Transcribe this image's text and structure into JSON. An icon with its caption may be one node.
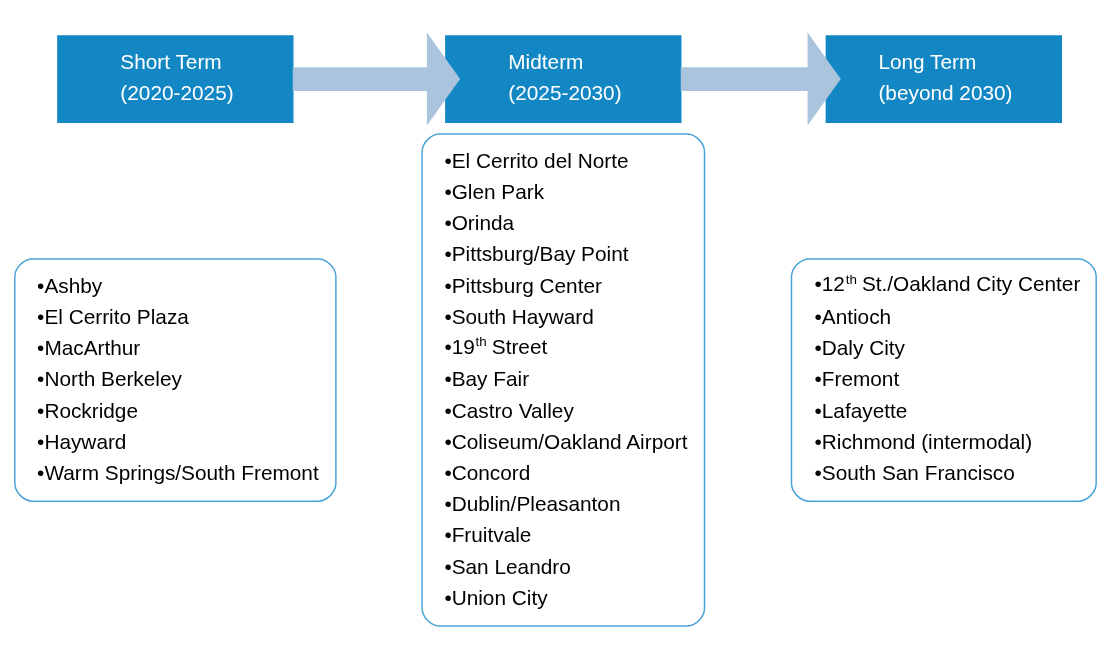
{
  "diagram": {
    "nodes": [
      {
        "text": [
          "Short Term",
          "(2020-2025)"
        ]
      },
      {
        "text": [
          "•Ashby",
          "•El Cerrito Plaza",
          "•MacArthur",
          "•North Berkeley",
          "•Rockridge",
          "•Hayward",
          "•Warm Springs/South Fremont"
        ]
      },
      {
        "text": [
          "Midterm",
          "(2025-2030)"
        ]
      },
      {
        "text": [
          "•El Cerrito del Norte",
          "•Glen Park",
          "•Orinda",
          "•Pittsburg/Bay Point",
          "•Pittsburg Center",
          "•South Hayward",
          "•19$^{th}$ Street",
          "•Bay Fair",
          "•Castro Valley",
          "•Coliseum/Oakland Airport",
          "•Concord",
          "•Dublin/Pleasanton",
          "•Fruitvale",
          "•San Leandro",
          "•Union City"
        ]
      },
      {
        "text": [
          "Long Term",
          "(beyond 2030)"
        ]
      },
      {
        "text": [
          "•12$^{th}$ St./Oakland City Center",
          "•Antioch",
          "•Daly City",
          "•Fremont",
          "•Lafayette",
          "•Richmond (intermodal)",
          "•South San Francisco"
        ]
      }
    ],
    "edges": [
      {
        "from": 0,
        "to": 2,
        "arrow": "to"
      },
      {
        "from": 2,
        "to": 4,
        "arrow": "to"
      }
    ]
  }
}
